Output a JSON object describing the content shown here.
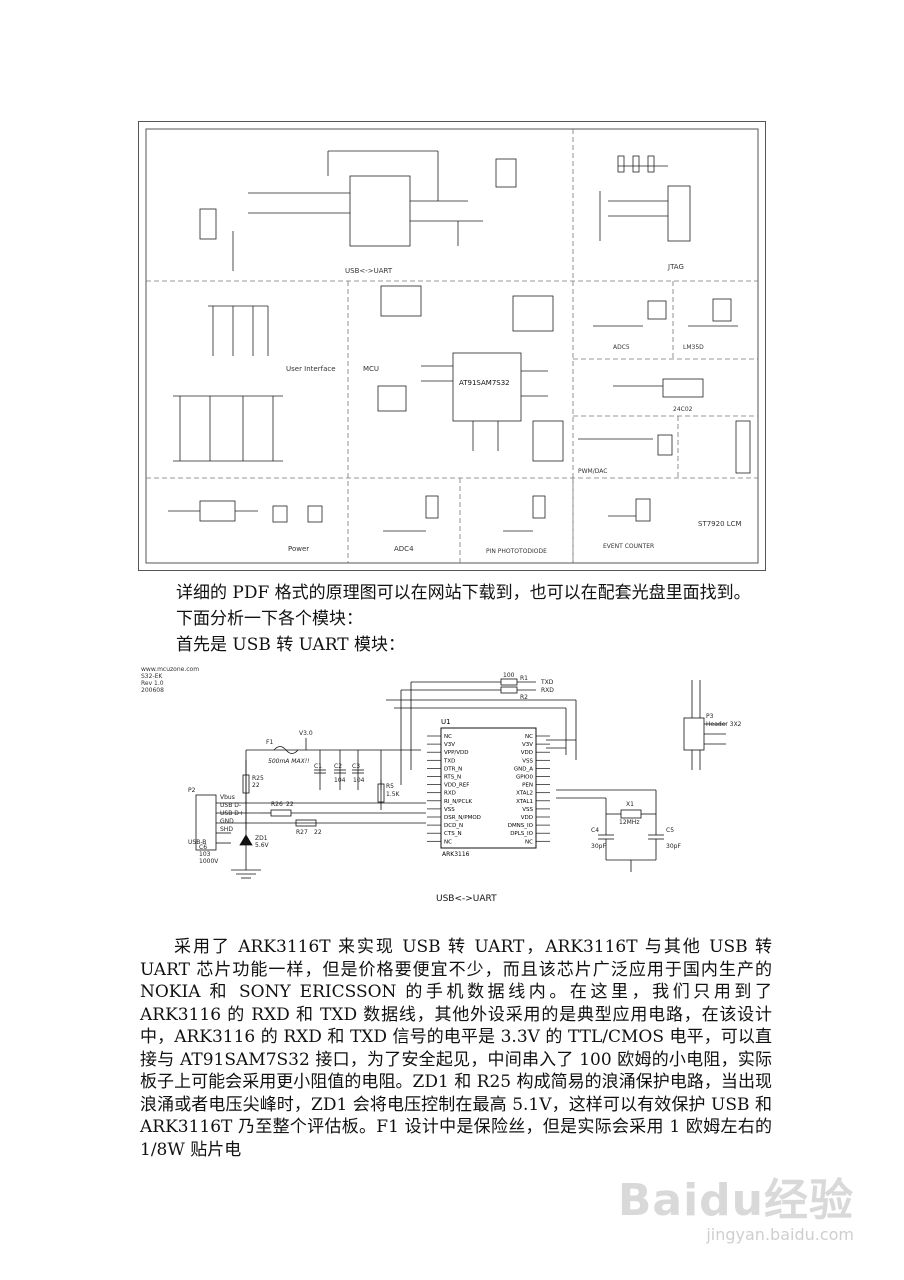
{
  "figure1": {
    "labels": {
      "usb_uart": "USB<->UART",
      "jtag": "JTAG",
      "user_interface": "User Interface",
      "mcu": "MCU",
      "chip": "AT91SAM7S32",
      "adc5": "ADC5",
      "lm35d": "LM35D",
      "eeprom": "24C02",
      "pwm_dac": "PWM/DAC",
      "lcm": "ST7920 LCM",
      "power": "Power",
      "adc4": "ADC4",
      "photodiode": "PIN PHOTOTODIODE",
      "event_counter": "EVENT COUNTER"
    }
  },
  "text_lines": {
    "line1": "详细的 PDF 格式的原理图可以在网站下载到，也可以在配套光盘里面找到。",
    "line2": "下面分析一下各个模块：",
    "line3": "首先是 USB 转 UART 模块："
  },
  "figure2": {
    "header": [
      "www.mcuzone.com",
      "S32-EK",
      "Rev 1.0",
      "200608"
    ],
    "chip_name": "ARK3116",
    "chip_ref": "U1",
    "left_pins": [
      "NC",
      "V3V",
      "VPP/VDD",
      "TXD",
      "DTR_N",
      "RTS_N",
      "VDD_REF",
      "RXD",
      "RI_N/PCLK",
      "VSS",
      "DSR_N/PMOD",
      "DCD_N",
      "CTS_N",
      "NC"
    ],
    "right_pins": [
      "NC",
      "V3V",
      "VDD",
      "VSS",
      "GND_A",
      "GPIO0",
      "PEN",
      "XTAL2",
      "XTAL1",
      "VSS",
      "VDD",
      "DMNS_IO",
      "DPLS_IO",
      "NC"
    ],
    "caption": "USB<->UART",
    "fuse": "500mA MAX!!",
    "fuse_ref": "F1",
    "net_v3v": "V3.0",
    "r_txd": "R1",
    "r_rxd": "R2",
    "r_val": "100",
    "net_txd": "TXD",
    "net_rxd": "RXD",
    "header_p3": "P3",
    "header_p3_label": "Header 3X2",
    "conn_p2": "P2",
    "conn_p2_pins": [
      "Vbus",
      "USB D-",
      "USB D+",
      "GND",
      "SHD"
    ],
    "conn_p2_name": "USB-B",
    "c1": "C1",
    "c2": "C2",
    "c3": "C3",
    "c4": "C4",
    "c5": "C5",
    "c_104": "104",
    "c6": "C6",
    "c6_val": "103",
    "c6_v": "1000V",
    "r25": "R25",
    "r25_val": "22",
    "r26": "R26",
    "r26_val": "22",
    "r27": "R27",
    "r27_val": "22",
    "r5": "R5",
    "r5_val": "1.5K",
    "zd1": "ZD1",
    "zd1_val": "5.6V",
    "x1": "X1",
    "x1_val": "12MHz",
    "c4_val": "30pF",
    "c5_val": "30pF"
  },
  "paragraph": "采用了 ARK3116T 来实现 USB 转 UART，ARK3116T 与其他 USB 转 UART 芯片功能一样，但是价格要便宜不少，而且该芯片广泛应用于国内生产的 NOKIA 和 SONY ERICSSON 的手机数据线内。在这里，我们只用到了 ARK3116 的 RXD 和 TXD 数据线，其他外设采用的是典型应用电路，在该设计中，ARK3116 的 RXD 和 TXD 信号的电平是 3.3V 的 TTL/CMOS 电平，可以直接与 AT91SAM7S32 接口，为了安全起见，中间串入了 100 欧姆的小电阻，实际板子上可能会采用更小阻值的电阻。ZD1 和 R25 构成简易的浪涌保护电路，当出现浪涌或者电压尖峰时，ZD1 会将电压控制在最高 5.1V，这样可以有效保护 USB 和 ARK3116T 乃至整个评估板。F1 设计中是保险丝，但是实际会采用 1 欧姆左右的 1/8W 贴片电",
  "watermark": {
    "logo": "Baidu经验",
    "url": "jingyan.baidu.com"
  }
}
